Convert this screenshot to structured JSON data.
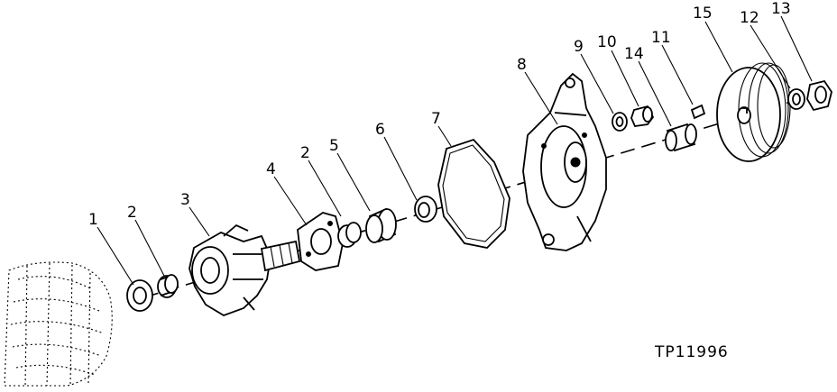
{
  "callouts": [
    {
      "id": "c1",
      "label": "1"
    },
    {
      "id": "c2a",
      "label": "2"
    },
    {
      "id": "c3",
      "label": "3"
    },
    {
      "id": "c4",
      "label": "4"
    },
    {
      "id": "c2b",
      "label": "2"
    },
    {
      "id": "c5",
      "label": "5"
    },
    {
      "id": "c6",
      "label": "6"
    },
    {
      "id": "c7",
      "label": "7"
    },
    {
      "id": "c8",
      "label": "8"
    },
    {
      "id": "c9",
      "label": "9"
    },
    {
      "id": "c10",
      "label": "10"
    },
    {
      "id": "c14",
      "label": "14"
    },
    {
      "id": "c11",
      "label": "11"
    },
    {
      "id": "c15",
      "label": "15"
    },
    {
      "id": "c12",
      "label": "12"
    },
    {
      "id": "c13",
      "label": "13"
    }
  ],
  "figure_id": "TP11996"
}
